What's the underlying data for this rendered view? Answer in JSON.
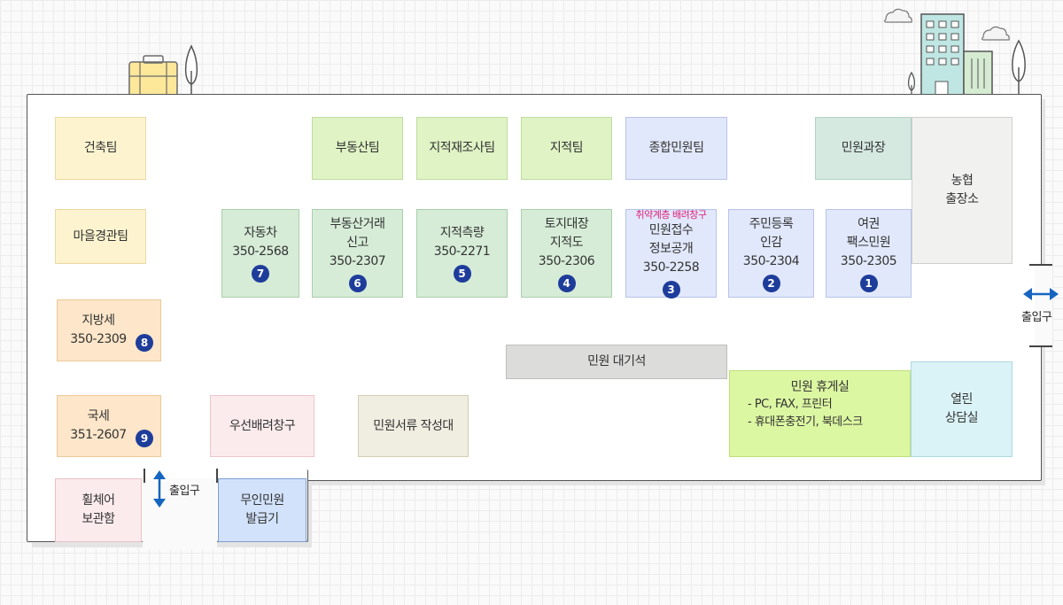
{
  "rooms": {
    "architecture": "건축팀",
    "village": "마을경관팀",
    "realestate": "부동산팀",
    "cadastral_resurvey": "지적재조사팀",
    "cadastral": "지적팀",
    "civil_general": "종합민원팀",
    "civil_director": "민원과장",
    "nh_l1": "농협",
    "nh_l2": "출장소",
    "car_l1": "자동차",
    "car_l2": "350-2568",
    "car_num": "7",
    "re_l1": "부동산거래",
    "re_l2": "신고",
    "re_l3": "350-2307",
    "re_num": "6",
    "survey_l1": "지적측량",
    "survey_l2": "350-2271",
    "survey_num": "5",
    "land_l1": "토지대장",
    "land_l2": "지적도",
    "land_l3": "350-2306",
    "land_num": "4",
    "vuln": "취약계층 배려창구",
    "recv_l1": "민원접수",
    "recv_l2": "정보공개",
    "recv_l3": "350-2258",
    "recv_num": "3",
    "resident_l1": "주민등록",
    "resident_l2": "인감",
    "resident_l3": "350-2304",
    "resident_num": "2",
    "passport_l1": "여권",
    "passport_l2": "팩스민원",
    "passport_l3": "350-2305",
    "passport_num": "1",
    "localtax_l1": "지방세",
    "localtax_l2": "350-2309",
    "localtax_num": "8",
    "natltax_l1": "국세",
    "natltax_l2": "351-2607",
    "natltax_num": "9",
    "waiting": "민원 대기석",
    "priority": "우선배려창구",
    "docs": "민원서류 작성대",
    "lounge_title": "민원 휴게실",
    "lounge_i1": "- PC, FAX, 프린터",
    "lounge_i2": "- 휴대폰충전기, 북데스크",
    "counsel_l1": "열린",
    "counsel_l2": "상담실",
    "wheel_l1": "휠체어",
    "wheel_l2": "보관함",
    "kiosk_l1": "무인민원",
    "kiosk_l2": "발급기"
  },
  "exits": {
    "right": "출입구",
    "bottom": "출입구"
  },
  "colors": {
    "number_badge": "#1e3d9b",
    "vulnerable_text": "#e0207a",
    "exit_arrow": "#1565c0"
  }
}
